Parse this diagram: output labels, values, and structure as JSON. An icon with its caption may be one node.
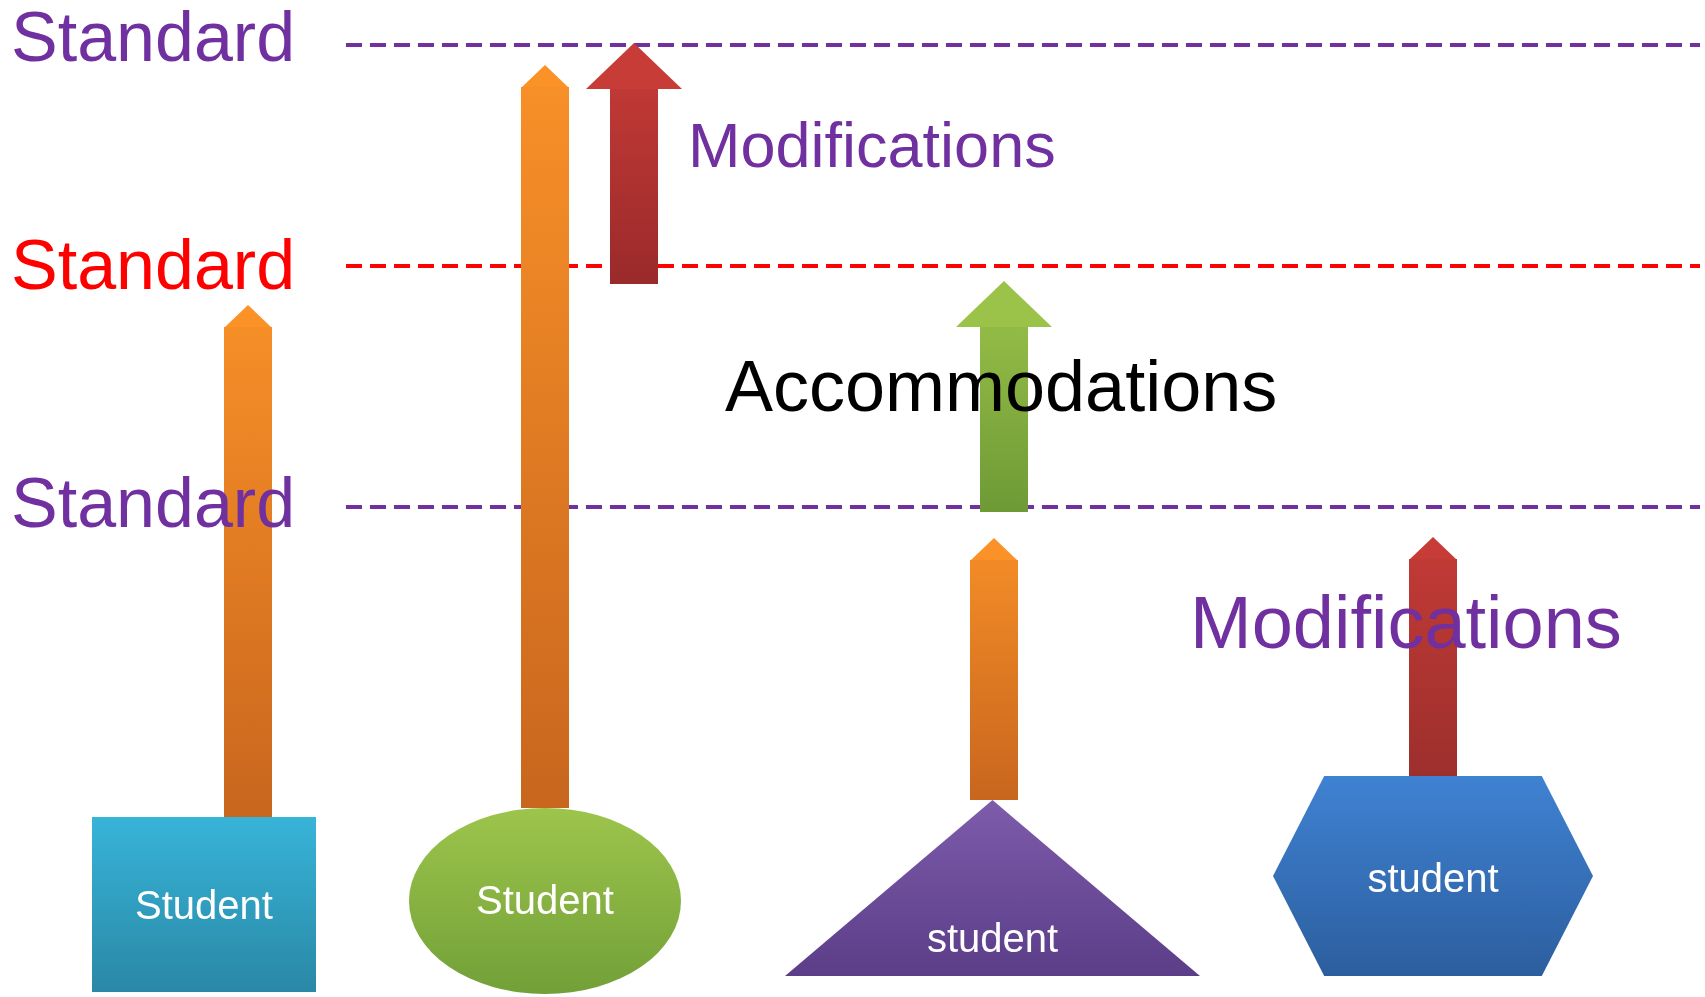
{
  "diagram": {
    "nodes": [
      {
        "text": [
          "Student"
        ]
      },
      {
        "text": [
          "Student"
        ]
      },
      {
        "text": [
          "student"
        ]
      },
      {
        "text": [
          "student"
        ]
      }
    ],
    "edges": [
      {
        "from": 0,
        "to": null,
        "arrow": "to"
      },
      {
        "from": 1,
        "to": null,
        "arrow": "to"
      },
      {
        "from": 2,
        "to": null,
        "arrow": "to"
      },
      {
        "from": 3,
        "to": null,
        "arrow": "to",
        "color": "#c83c38"
      }
    ],
    "labels": [
      "Standard",
      "Modifications",
      "Standard",
      "Accommodations",
      "Standard",
      "Modifications"
    ]
  }
}
